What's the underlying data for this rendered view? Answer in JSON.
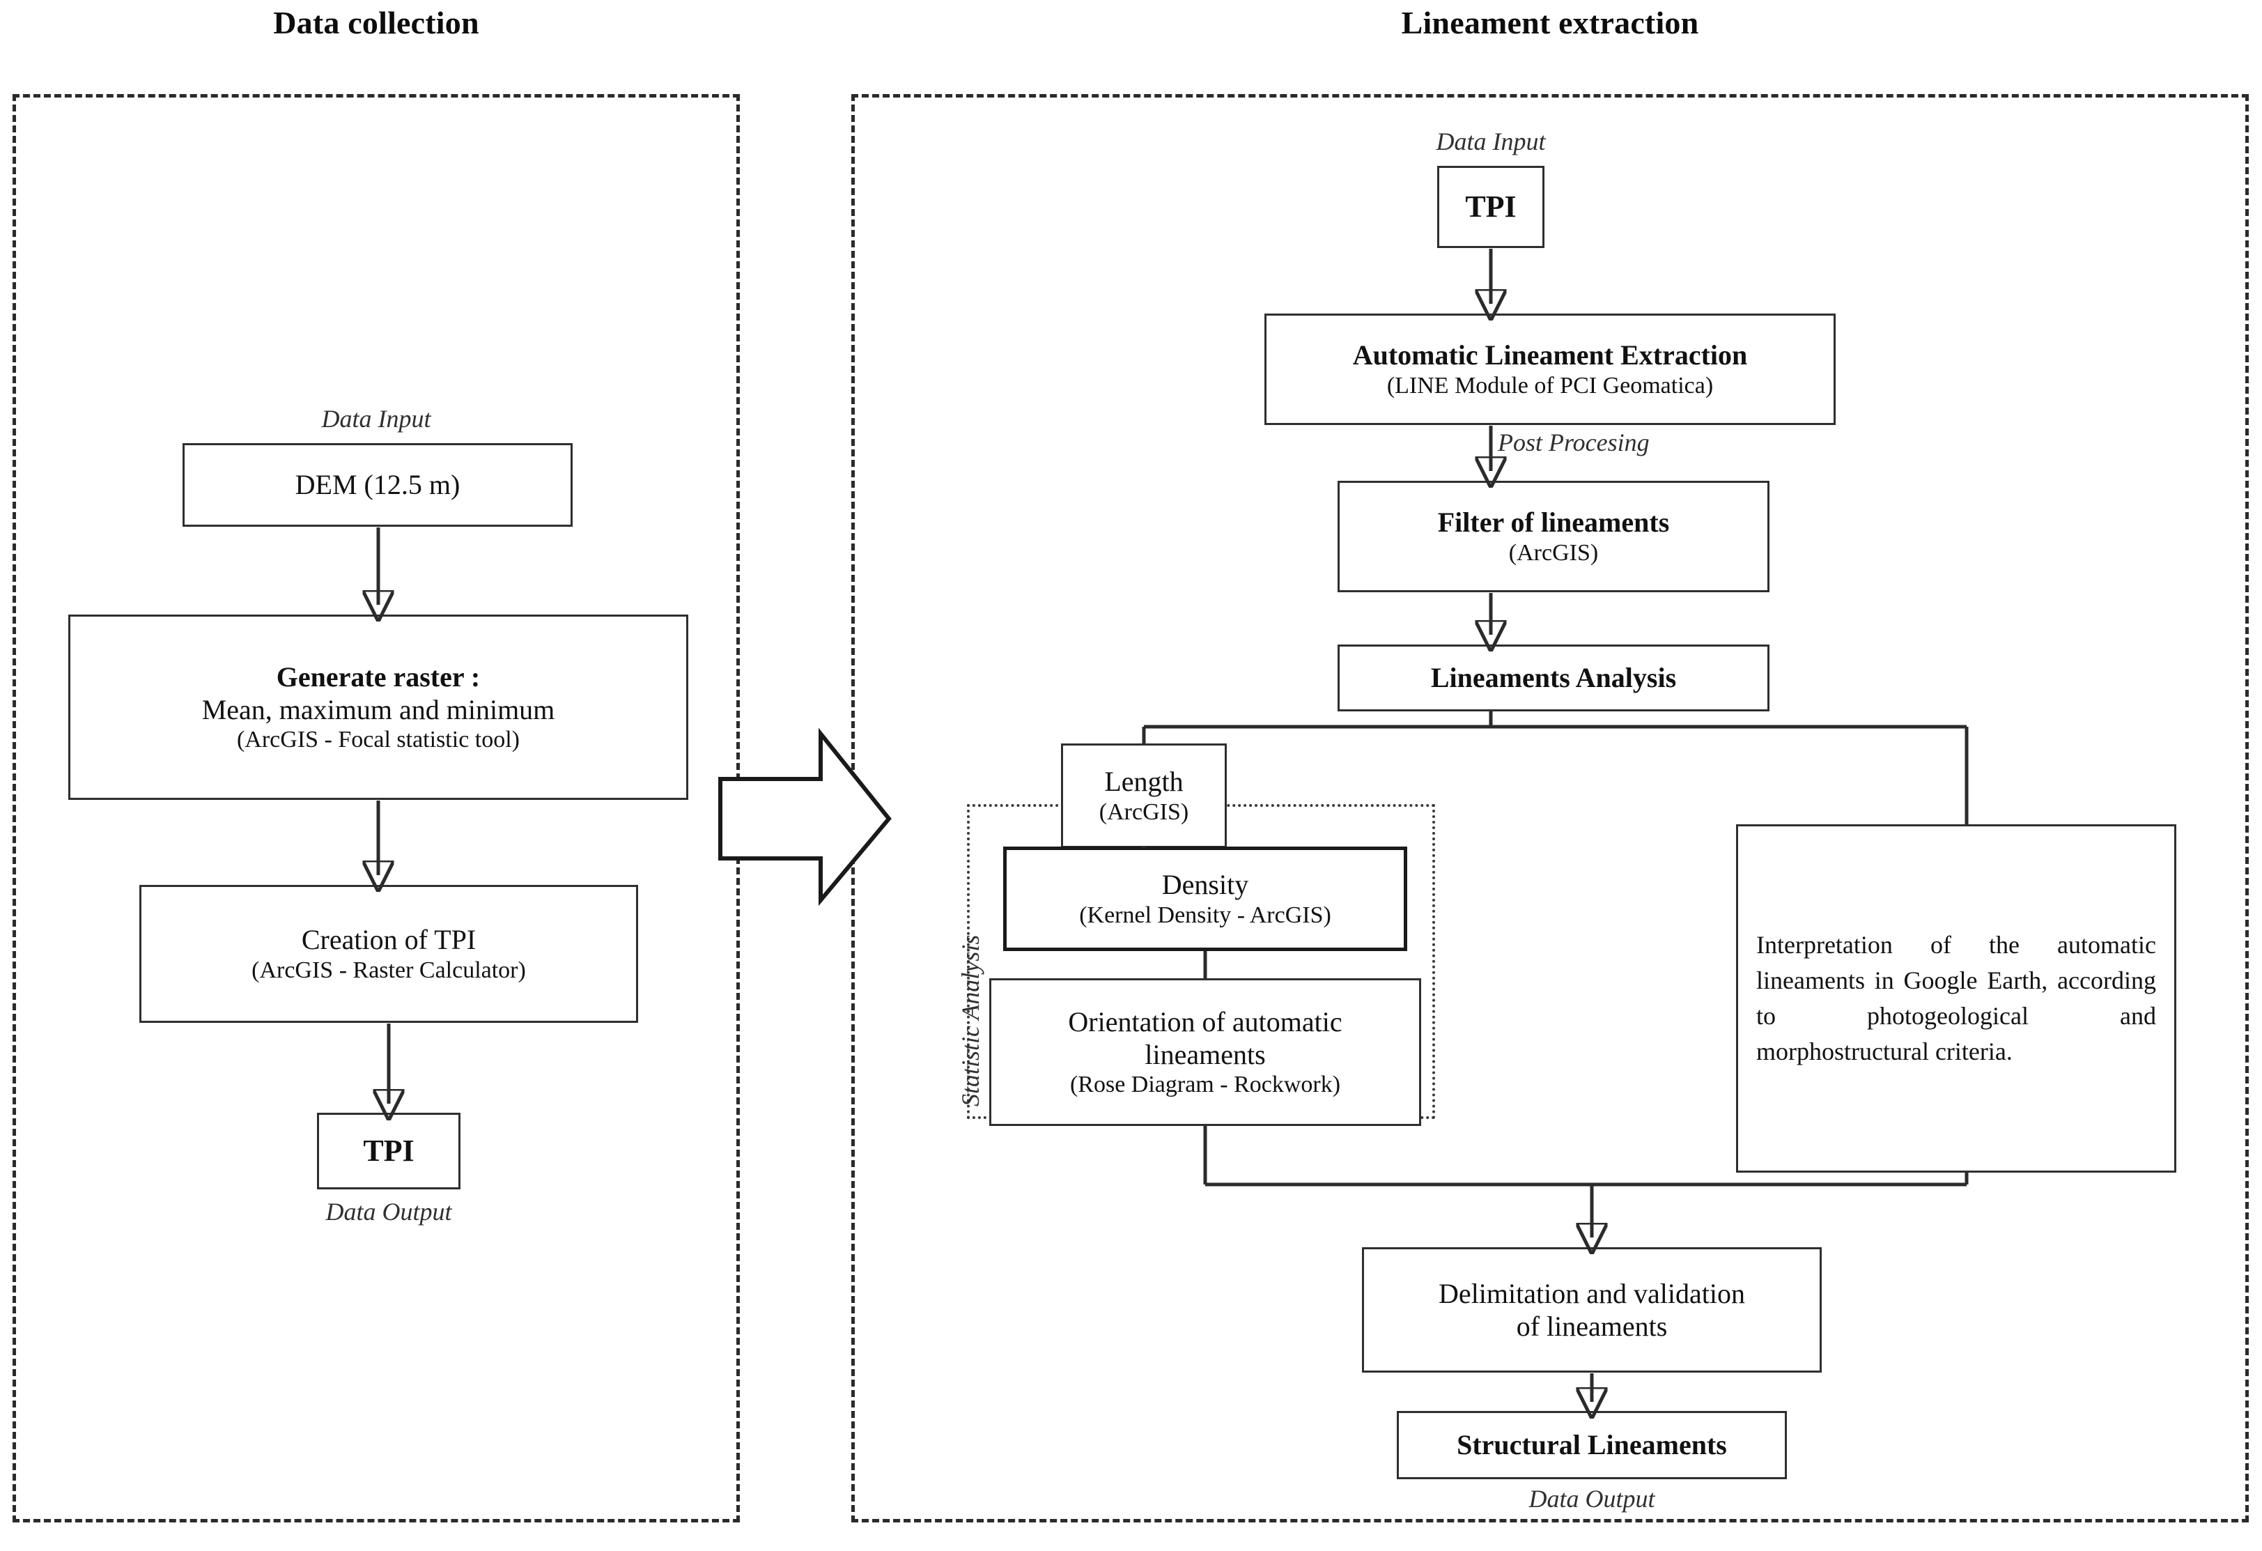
{
  "panels": {
    "left": {
      "title": "Data collection"
    },
    "right": {
      "title": "Lineament extraction"
    }
  },
  "captions": {
    "data_input": "Data Input",
    "data_output": "Data Output",
    "post_processing": "Post Procesing",
    "statistic_analysis": "Statistic Analysis"
  },
  "left_flow": {
    "dem": {
      "line1": "DEM (12.5 m)"
    },
    "generate_raster": {
      "line1": "Generate raster :",
      "line2": "Mean, maximum and minimum",
      "line3": "(ArcGIS - Focal statistic tool)"
    },
    "creation_tpi": {
      "line1": "Creation of TPI",
      "line2": "(ArcGIS - Raster Calculator)"
    },
    "tpi_out": {
      "line1": "TPI"
    }
  },
  "right_flow": {
    "tpi_in": {
      "line1": "TPI"
    },
    "auto_extraction": {
      "line1": "Automatic Lineament Extraction",
      "line2": "(LINE Module of PCI Geomatica)"
    },
    "filter": {
      "line1": "Filter of lineaments",
      "line2": "(ArcGIS)"
    },
    "analysis": {
      "line1": "Lineaments Analysis"
    },
    "length": {
      "line1": "Length",
      "line2": "(ArcGIS)"
    },
    "density": {
      "line1": "Density",
      "line2": "(Kernel Density - ArcGIS)"
    },
    "orientation": {
      "line1": "Orientation of automatic",
      "line2": "lineaments",
      "line3": "(Rose Diagram - Rockwork)"
    },
    "interpretation": {
      "line1": "Interpretation of the automatic lineaments in Google Earth, according to photogeological and morphostructural criteria."
    },
    "delimitation": {
      "line1": "Delimitation and validation",
      "line2": "of lineaments"
    },
    "structural": {
      "line1": "Structural Lineaments"
    }
  },
  "colors": {
    "ink": "#2b2b2b",
    "panel_border": "#2b2b2b",
    "node_border": "#2f2f2f",
    "background": "#ffffff"
  },
  "icons": {
    "transition_arrow": "right-block-arrow"
  }
}
